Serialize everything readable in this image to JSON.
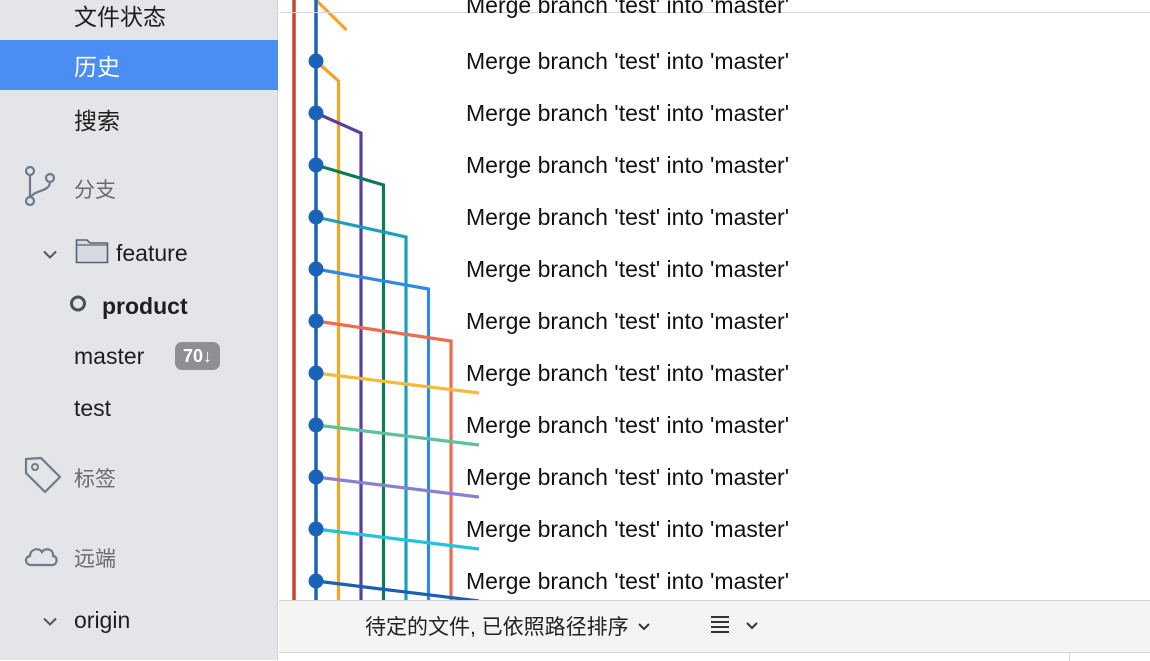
{
  "sidebar": {
    "workspace": {
      "file_status": "文件状态",
      "history": "历史",
      "search": "搜索"
    },
    "branches": {
      "title": "分支",
      "folder_name": "feature",
      "items": [
        {
          "label": "product",
          "current": true
        },
        {
          "label": "master",
          "badge": "70↓"
        },
        {
          "label": "test"
        }
      ]
    },
    "tags": {
      "title": "标签"
    },
    "remotes": {
      "title": "远端",
      "items": [
        {
          "label": "origin"
        }
      ]
    }
  },
  "commits": [
    {
      "message": "Merge branch 'test' into 'master'"
    },
    {
      "message": "Merge branch 'test' into 'master'"
    },
    {
      "message": "Merge branch 'test' into 'master'"
    },
    {
      "message": "Merge branch 'test' into 'master'"
    },
    {
      "message": "Merge branch 'test' into 'master'"
    },
    {
      "message": "Merge branch 'test' into 'master'"
    },
    {
      "message": "Merge branch 'test' into 'master'"
    },
    {
      "message": "Merge branch 'test' into 'master'"
    },
    {
      "message": "Merge branch 'test' into 'master'"
    },
    {
      "message": "Merge branch 'test' into 'master'"
    },
    {
      "message": "Merge branch 'test' into 'master'"
    },
    {
      "message": "Merge branch 'test' into 'master'"
    }
  ],
  "graph": {
    "main_color": "#1b63b8",
    "left_color": "#c8472a",
    "lane_colors": [
      "#f5a524",
      "#5b3fa0",
      "#0f7a5a",
      "#1aa0b8",
      "#2f8ae6",
      "#ee6b4d",
      "#f6b93b",
      "#5ec19a",
      "#8a7fd0",
      "#24c3d8",
      "#1a5fb4",
      "#c8472a"
    ]
  },
  "bottom_bar": {
    "sort_label": "待定的文件, 已依照路径排序",
    "icon_list": "list-icon",
    "icon_chevron": "chevron-down-icon"
  }
}
